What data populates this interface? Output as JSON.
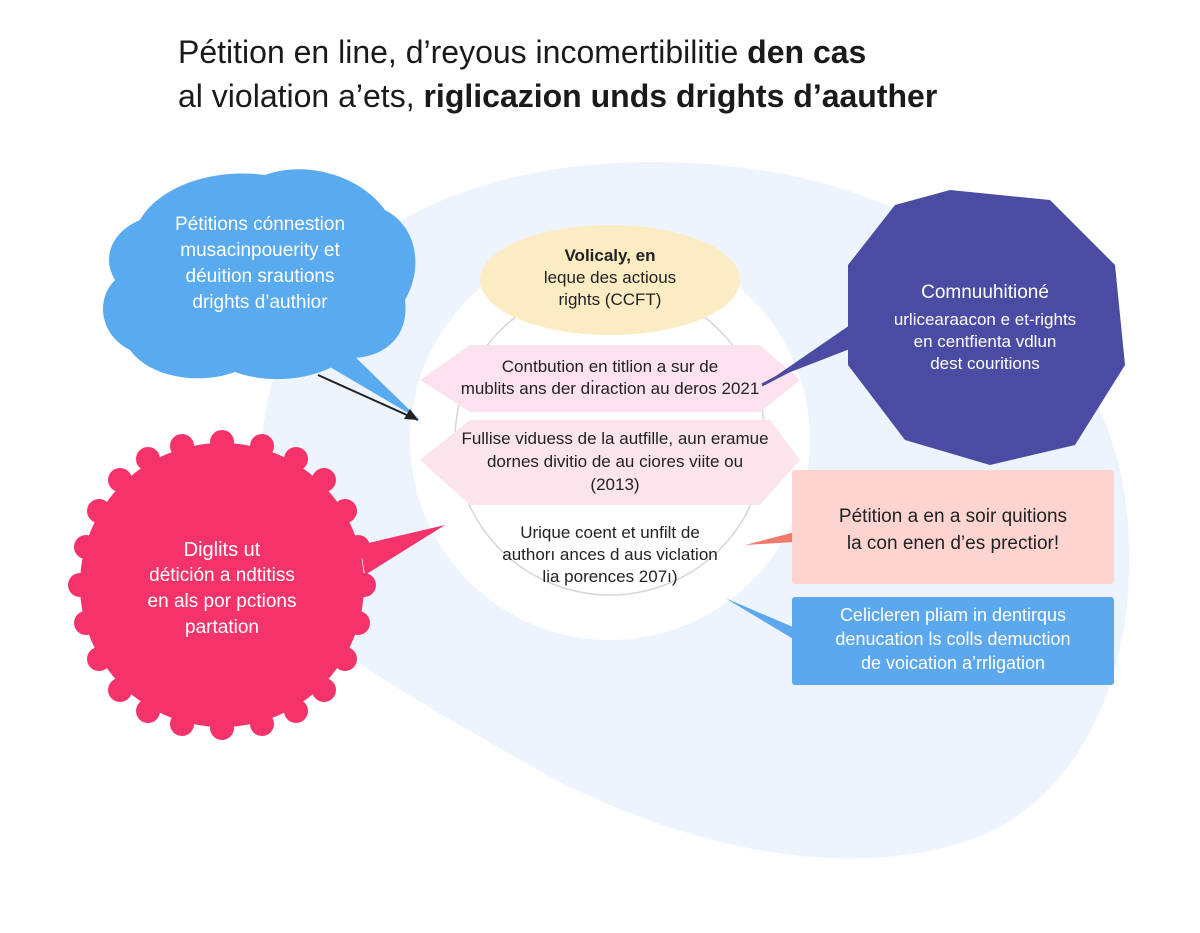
{
  "title": {
    "line1_regular": "Pétition en line, d’reyous incomertibilitie ",
    "line1_bold": "den cas",
    "line2_regular": "al violation a’ets, ",
    "line2_bold": "riglicazion unds drights d’aauther"
  },
  "nodes": {
    "left_top_cloud": [
      "Pétitions cónnestion",
      "musacinpouerity et",
      "déuition srautions",
      "drights d’authior"
    ],
    "left_bottom_circle": [
      "Diglits ut",
      "détición a ndtitiss",
      "en als por pctions",
      "partation"
    ],
    "center_top": [
      "Volicaly, en",
      "leque des actious",
      "rights (CCFT)"
    ],
    "center_band_1": [
      "Contbution en titlion a sur de",
      "mublits ans der dı̇raction au deros 2021"
    ],
    "center_band_2": [
      "Fullise viduess de la autfille, aun eramue",
      "dornes divitio de au ciores viite ou",
      "(2013)"
    ],
    "center_bottom": [
      "Urique coent et unfilt de",
      "authorı ances d aus viclation",
      "lia porences 207ı)"
    ],
    "right_octagon": [
      "Comnuuhitioné",
      "urlicearaacon e et-rights",
      "en centfienta vdlun",
      "dest couritions"
    ],
    "right_pink_box": [
      "Pétition a en a soir quitions",
      "la con enen d’es prectior!"
    ],
    "right_blue_box": [
      "Celicleren pliam in dentirqus",
      "denucation ls colls demuction",
      "de voication a’rrligation"
    ]
  },
  "colors": {
    "blue_cloud": "#5aaaf0",
    "pink_circle": "#f4336b",
    "octagon": "#4a4ca3",
    "pink_box": "#fdd4d0",
    "blue_box": "#5ba8ef",
    "center_top": "#fbecc3",
    "center_bands": "#fbe4ef",
    "background_blob": "#eef4fd"
  }
}
